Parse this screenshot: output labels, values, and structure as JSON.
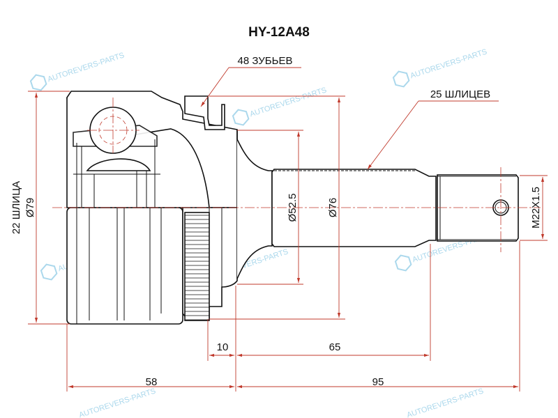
{
  "title": "HY-12A48",
  "callouts": {
    "teeth": "48 ЗУБЬЕВ",
    "splines_outer": "25 ШЛИЦЕВ",
    "splines_inner": "22 ШЛИЦА"
  },
  "dimensions": {
    "outer_diameter": "Ø79",
    "hub_diameter": "Ø52.5",
    "abs_diameter": "Ø76",
    "thread": "M22X1.5",
    "abs_width": "10",
    "shaft_length": "65",
    "body_length": "58",
    "stem_length": "95"
  },
  "watermark": {
    "text": "AUTOREVERS-PARTS",
    "logo": "AR"
  },
  "colors": {
    "dimension": "#c0392b",
    "watermark": "#8fcbe6",
    "outline": "#111111"
  }
}
